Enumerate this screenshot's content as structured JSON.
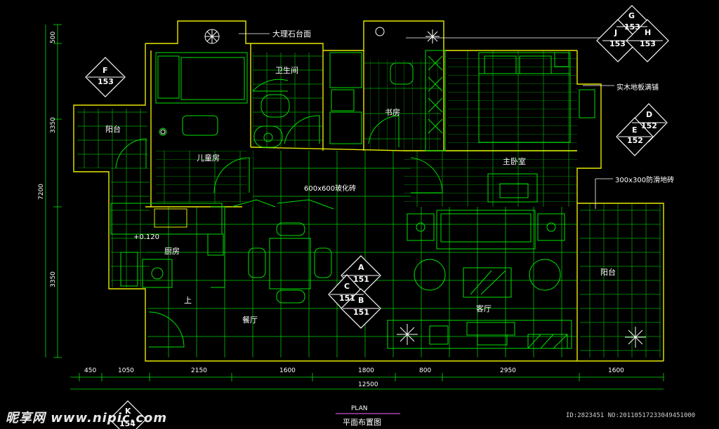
{
  "rooms": {
    "marble": "大理石台面",
    "bath": "卫生间",
    "kids": "儿童房",
    "study": "书房",
    "master": "主卧室",
    "balcony_left": "阳台",
    "balcony_right": "阳台",
    "kitchen": "厨房",
    "dining": "餐厅",
    "living": "客厅",
    "tile_main": "600x600玻化砖",
    "wood_floor": "实木地板满铺",
    "anti_slip": "300x300防滑地砖",
    "elevation": "+0.120",
    "up": "上"
  },
  "tags": {
    "G": "G",
    "G_num": "153",
    "J": "J",
    "J_num": "153",
    "H": "H",
    "H_num": "153",
    "F": "F",
    "F_num": "153",
    "D": "D",
    "D_num": "152",
    "E": "E",
    "E_num": "152",
    "A": "A",
    "A_num": "151",
    "C": "C",
    "C_num": "151",
    "B": "B",
    "B_num": "151",
    "K": "K",
    "K_num": "154"
  },
  "dimensions": {
    "bottom": [
      "450",
      "1050",
      "2150",
      "1600",
      "1800",
      "800",
      "2950",
      "1600"
    ],
    "total": "12500",
    "left": [
      "500",
      "3350",
      "3350"
    ],
    "left_total": "7200"
  },
  "footer": {
    "plan_en": "PLAN",
    "plan_cn": "平面布置图",
    "watermark": "昵享网 www.nipic.com",
    "id_text": "ID:2823451 NO:20110517233049451000"
  }
}
